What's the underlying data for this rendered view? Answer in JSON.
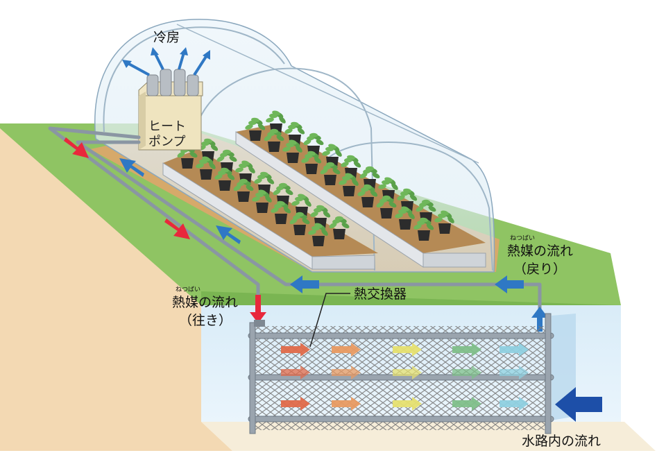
{
  "labels": {
    "cooling": "冷房",
    "heat_pump_line1": "ヒート",
    "heat_pump_line2": "ポンプ",
    "heat_exchanger": "熱交換器",
    "supply_ruby": "ねつばい",
    "supply_line1": "熱媒の流れ",
    "supply_line2": "（往き）",
    "return_ruby": "ねつばい",
    "return_line1": "熱媒の流れ",
    "return_line2": "（戻り）",
    "channel_flow": "水路内の流れ"
  },
  "colors": {
    "supply_arrow": "#e8283c",
    "return_arrow": "#2f78c4",
    "channel_arrow": "#1d4fa8",
    "ground_top": "#8fc463",
    "soil": "#f3d9b3",
    "water": "#e3f1fb",
    "pipe": "#8a96a3",
    "greenhouse_film": "#dcecf6",
    "exchanger_flow": [
      "#e06a4a",
      "#e89a62",
      "#e6e070",
      "#7fbf8a",
      "#8fd0e0"
    ]
  }
}
